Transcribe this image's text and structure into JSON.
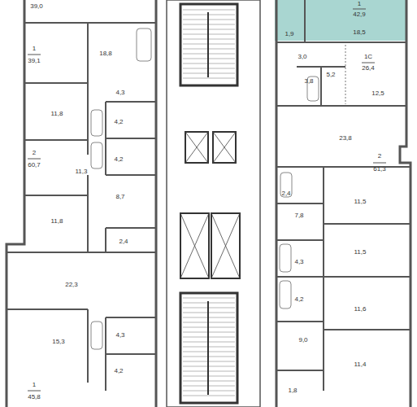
{
  "diagram": {
    "labels": [
      "39,0",
      "1",
      "39,1",
      "18,8",
      "4,3",
      "11,8",
      "4,2",
      "2",
      "60,7",
      "11,3",
      "4,2",
      "8,7",
      "11,8",
      "2,4",
      "22,3",
      "15,3",
      "4,3",
      "4,2",
      "1",
      "45,8",
      "1",
      "42,9",
      "18,5",
      "1,9",
      "3,0",
      "3,8",
      "5,2",
      "1С",
      "26,4",
      "12,5",
      "23,8",
      "2",
      "61,3",
      "2,4",
      "11,5",
      "7,8",
      "11,5",
      "4,3",
      "4,2",
      "11,6",
      "9,0",
      "11,4",
      "1,8"
    ]
  }
}
